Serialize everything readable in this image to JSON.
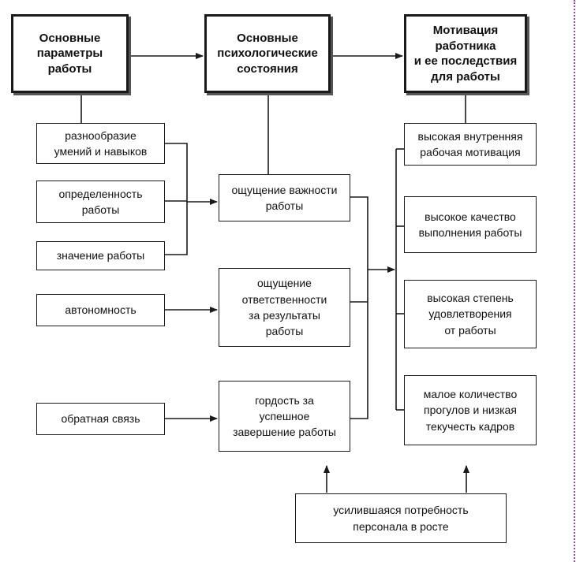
{
  "headers": {
    "params": "Основные\nпараметры\nработы",
    "states": "Основные\nпсихологические\nсостояния",
    "motivation": "Мотивация\nработника\nи ее последствия\nдля работы"
  },
  "parameters": {
    "variety": "разнообразие\nумений и навыков",
    "identity": "определенность\nработы",
    "significance": "значение работы",
    "autonomy": "автономность",
    "feedback": "обратная связь"
  },
  "states": {
    "meaningfulness": "ощущение важности\nработы",
    "responsibility": "ощущение\nответственности\nза результаты\nработы",
    "pride": "гордость за\nуспешное\nзавершение работы"
  },
  "outcomes": {
    "motivation": "высокая внутренняя\nрабочая мотивация",
    "quality": "высокое качество\nвыполнения работы",
    "satisfaction": "высокая степень\nудовлетворения\nот работы",
    "absenteeism": "малое количество\nпрогулов и низкая\nтекучесть кадров"
  },
  "moderator": {
    "growth_need": "усилившаяся потребность\nперсонала в росте"
  },
  "colors": {
    "ink": "#1a1a1a",
    "edge_line": "#b040c0"
  }
}
